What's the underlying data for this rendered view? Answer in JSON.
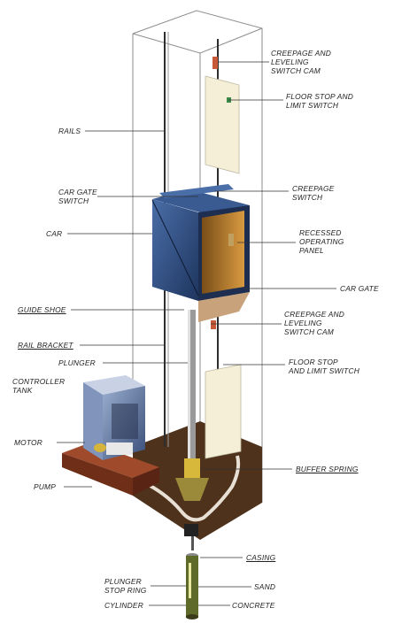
{
  "labels": {
    "creepage_leveling_cam_top": "CREEPAGE AND\nLEVELING\nSWITCH CAM",
    "floor_stop_limit_top": "FLOOR STOP AND\nLIMIT SWITCH",
    "rails": "RAILS",
    "car_gate_switch": "CAR GATE\nSWITCH",
    "creepage_switch": "CREEPAGE\nSWITCH",
    "car": "CAR",
    "recessed_operating_panel": "RECESSED\nOPERATING\nPANEL",
    "car_gate": "CAR GATE",
    "guide_shoe": "GUIDE SHOE",
    "creepage_leveling_cam_bottom": "CREEPAGE AND\nLEVELING\nSWITCH CAM",
    "rail_bracket": "RAIL BRACKET",
    "plunger": "PLUNGER",
    "floor_stop_limit_bottom": "FLOOR STOP\nAND LIMIT SWITCH",
    "controller_tank": "CONTROLLER\nTANK",
    "motor": "MOTOR",
    "buffer_spring": "BUFFER SPRING",
    "pump": "PUMP",
    "casing": "CASING",
    "plunger_stop_ring": "PLUNGER\nSTOP RING",
    "sand": "SAND",
    "cylinder": "CYLINDER",
    "concrete": "CONCRETE"
  },
  "colors": {
    "shaft_outline": "#8a8a8a",
    "car_blue": "#2f4f86",
    "car_interior": "#b07a2a",
    "pit_brown": "#5a3a20",
    "platform_red": "#8a3a22",
    "cam_red": "#c85a3a",
    "buffer_olive": "#9a8a3a",
    "tank_blue": "#6a7ea8"
  }
}
